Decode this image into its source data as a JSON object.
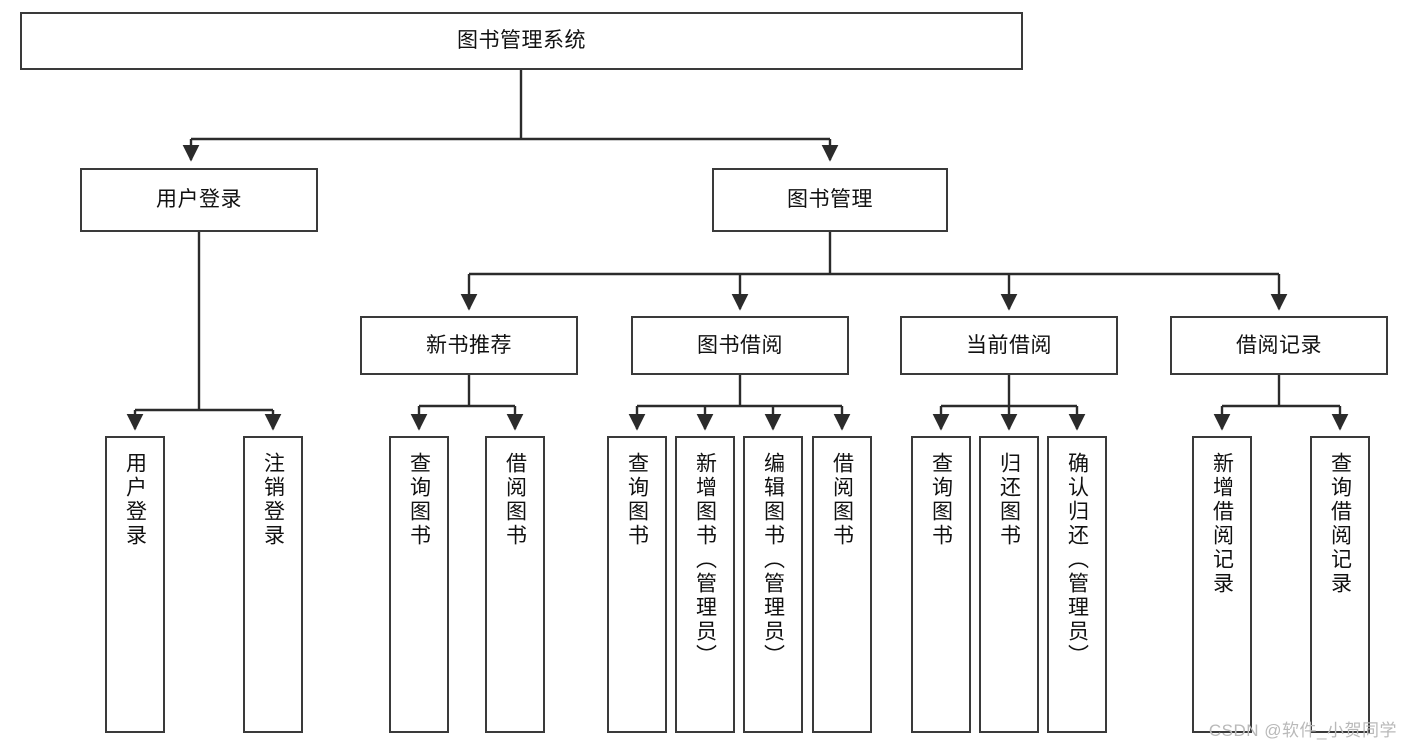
{
  "diagram": {
    "kind": "function-structure-tree",
    "title": "图书管理系统",
    "watermark": "CSDN @软件_小贺同学",
    "colors": {
      "box_border": "#3a3a3a",
      "box_fill": "#ffffff",
      "edge": "#2b2b2b",
      "text": "#111111",
      "watermark": "#b9b9b9",
      "background": "#ffffff"
    },
    "nodes": {
      "root": {
        "label": "图书管理系统"
      },
      "level2": [
        {
          "id": "user-login",
          "label": "用户登录"
        },
        {
          "id": "book-management",
          "label": "图书管理"
        }
      ],
      "level3": [
        {
          "id": "new-book-recommend",
          "label": "新书推荐"
        },
        {
          "id": "book-borrow",
          "label": "图书借阅"
        },
        {
          "id": "current-borrow",
          "label": "当前借阅"
        },
        {
          "id": "borrow-record",
          "label": "借阅记录"
        }
      ],
      "leaves": {
        "user-login": [
          {
            "id": "leaf-user-login",
            "label": "用户登录"
          },
          {
            "id": "leaf-logout-login",
            "label": "注销登录"
          }
        ],
        "new-book-recommend": [
          {
            "id": "leaf-query-book-1",
            "label": "查询图书"
          },
          {
            "id": "leaf-borrow-book-1",
            "label": "借阅图书"
          }
        ],
        "book-borrow": [
          {
            "id": "leaf-query-book-2",
            "label": "查询图书"
          },
          {
            "id": "leaf-add-book",
            "label": "新增图书（管理员）"
          },
          {
            "id": "leaf-edit-book",
            "label": "编辑图书（管理员）"
          },
          {
            "id": "leaf-borrow-book-2",
            "label": "借阅图书"
          }
        ],
        "current-borrow": [
          {
            "id": "leaf-query-book-3",
            "label": "查询图书"
          },
          {
            "id": "leaf-return-book",
            "label": "归还图书"
          },
          {
            "id": "leaf-confirm-return",
            "label": "确认归还（管理员）"
          }
        ],
        "borrow-record": [
          {
            "id": "leaf-add-record",
            "label": "新增借阅记录"
          },
          {
            "id": "leaf-query-record",
            "label": "查询借阅记录"
          }
        ]
      }
    }
  }
}
